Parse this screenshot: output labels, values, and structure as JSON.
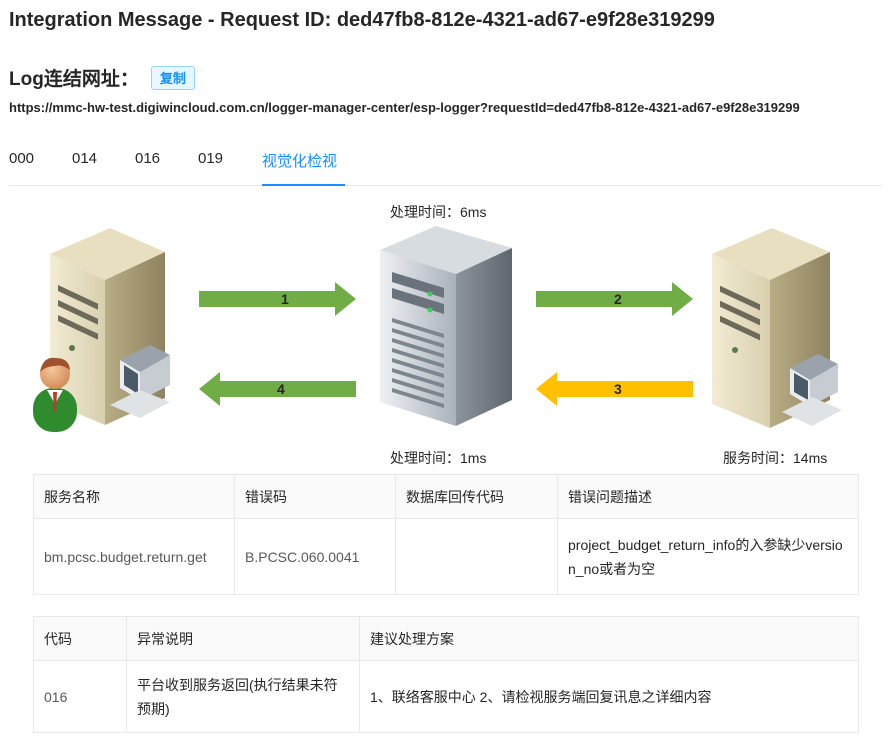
{
  "header": {
    "title": "Integration Message - Request ID: ded47fb8-812e-4321-ad67-e9f28e319299",
    "log_label": "Log连结网址：",
    "copy_label": "复制",
    "url": "https://mmc-hw-test.digiwincloud.com.cn/logger-manager-center/esp-logger?requestId=ded47fb8-812e-4321-ad67-e9f28e319299"
  },
  "tabs": [
    {
      "label": "000",
      "active": false
    },
    {
      "label": "014",
      "active": false
    },
    {
      "label": "016",
      "active": false
    },
    {
      "label": "019",
      "active": false
    },
    {
      "label": "视觉化检视",
      "active": true
    }
  ],
  "flow": {
    "top_time": "处理时间：6ms",
    "bottom_time": "处理时间：1ms",
    "service_time": "服务时间：14ms",
    "arrows": [
      {
        "label": "1",
        "color": "#70ad47"
      },
      {
        "label": "2",
        "color": "#70ad47"
      },
      {
        "label": "3",
        "color": "#ffc000"
      },
      {
        "label": "4",
        "color": "#70ad47"
      }
    ]
  },
  "error_table": {
    "headers": [
      "服务名称",
      "错误码",
      "数据库回传代码",
      "错误问题描述"
    ],
    "rows": [
      [
        "bm.pcsc.budget.return.get",
        "B.PCSC.060.0041",
        "",
        "project_budget_return_info的入参缺少version_no或者为空"
      ]
    ]
  },
  "exception_table": {
    "headers": [
      "代码",
      "异常说明",
      "建议处理方案"
    ],
    "rows": [
      [
        "016",
        "平台收到服务返回(执行结果未符预期)",
        "1、联络客服中心 2、请检视服务端回复讯息之详细内容"
      ]
    ]
  }
}
